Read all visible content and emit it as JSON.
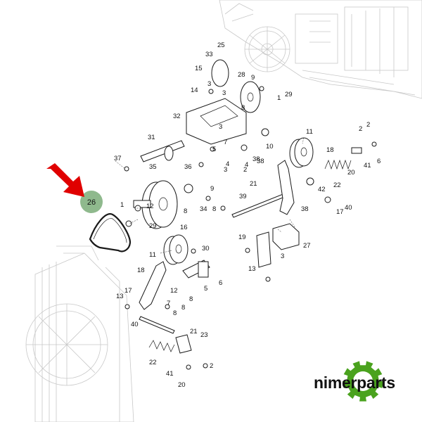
{
  "highlight": {
    "label": "26",
    "color": "#8fb98d",
    "arrow_color": "#e00000"
  },
  "brand": {
    "text": "nimerparts",
    "gear_color": "#4aa21e"
  },
  "part_labels": [
    "33",
    "25",
    "15",
    "28",
    "9",
    "3",
    "3",
    "14",
    "29",
    "1",
    "8",
    "32",
    "11",
    "18",
    "2",
    "2",
    "31",
    "37",
    "36",
    "3",
    "5",
    "35",
    "4",
    "38",
    "10",
    "7",
    "3",
    "2",
    "38",
    "4",
    "6",
    "41",
    "20",
    "22",
    "42",
    "21",
    "39",
    "40",
    "17",
    "12",
    "1",
    "29",
    "9",
    "34",
    "8",
    "8",
    "38",
    "16",
    "30",
    "11",
    "18",
    "19",
    "3",
    "27",
    "13",
    "5",
    "6",
    "13",
    "17",
    "12",
    "7",
    "8",
    "8",
    "8",
    "40",
    "21",
    "23",
    "22",
    "41",
    "20",
    "2"
  ]
}
